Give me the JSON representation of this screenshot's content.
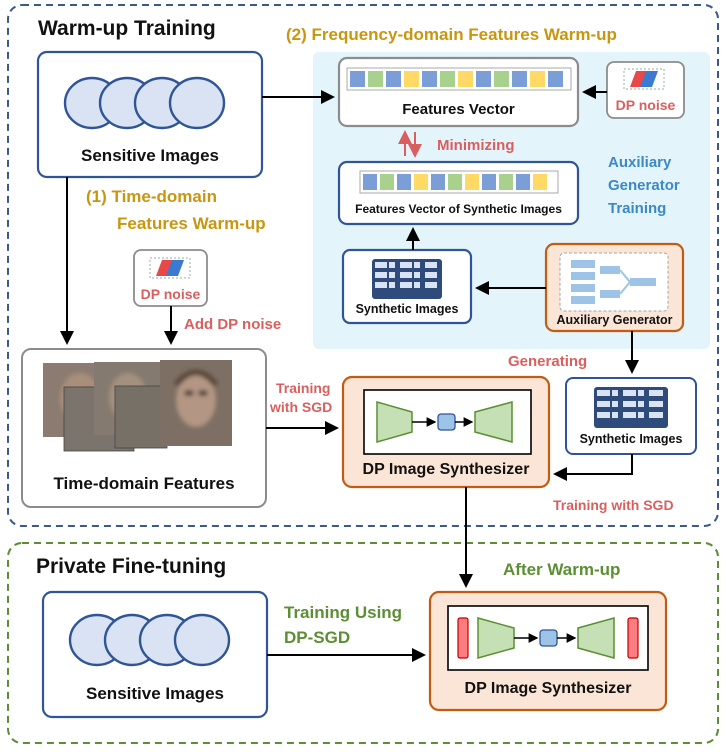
{
  "sections": {
    "warmup_title": "Warm-up Training",
    "finetune_title": "Private Fine-tuning"
  },
  "labels": {
    "freq_warmup": "(2)  Frequency-domain Features Warm-up",
    "time_warmup_line1": "(1)  Time-domain",
    "time_warmup_line2": "Features Warm-up",
    "sensitive_images_top": "Sensitive Images",
    "sensitive_images_bottom": "Sensitive Images",
    "features_vector": "Features Vector",
    "features_vector_synth": "Features Vector of Synthetic Images",
    "minimizing": "Minimizing",
    "dp_noise_top": "DP noise",
    "dp_noise_left": "DP noise",
    "add_dp_noise": "Add DP noise",
    "aux_training_1": "Auxiliary",
    "aux_training_2": "Generator",
    "aux_training_3": "Training",
    "synthetic_images_left": "Synthetic Images",
    "synthetic_images_right": "Synthetic Images",
    "auxiliary_generator": "Auxiliary Generator",
    "generating": "Generating",
    "training_with_sgd_1": "Training",
    "training_with_sgd_2": "with SGD",
    "time_domain_features": "Time-domain Features",
    "dp_synth_top": "DP Image Synthesizer",
    "training_with_sgd_bottom": "Training with SGD",
    "after_warmup": "After Warm-up",
    "training_using_1": "Training Using",
    "training_using_2": "DP-SGD",
    "dp_synth_bottom": "DP Image Synthesizer"
  },
  "colors": {
    "warmup_border": "#3a5a8c",
    "finetune_border": "#5c8f33",
    "panel_bg": "#e3f4fa",
    "blue_box": "#2f5597",
    "orange_box": "#c55a11",
    "orange_fill": "#fbe5d6",
    "gold_text": "#c8960f",
    "green_text": "#5c8f33",
    "red_text": "#d95f5f",
    "blue_text": "#3d88c7"
  }
}
